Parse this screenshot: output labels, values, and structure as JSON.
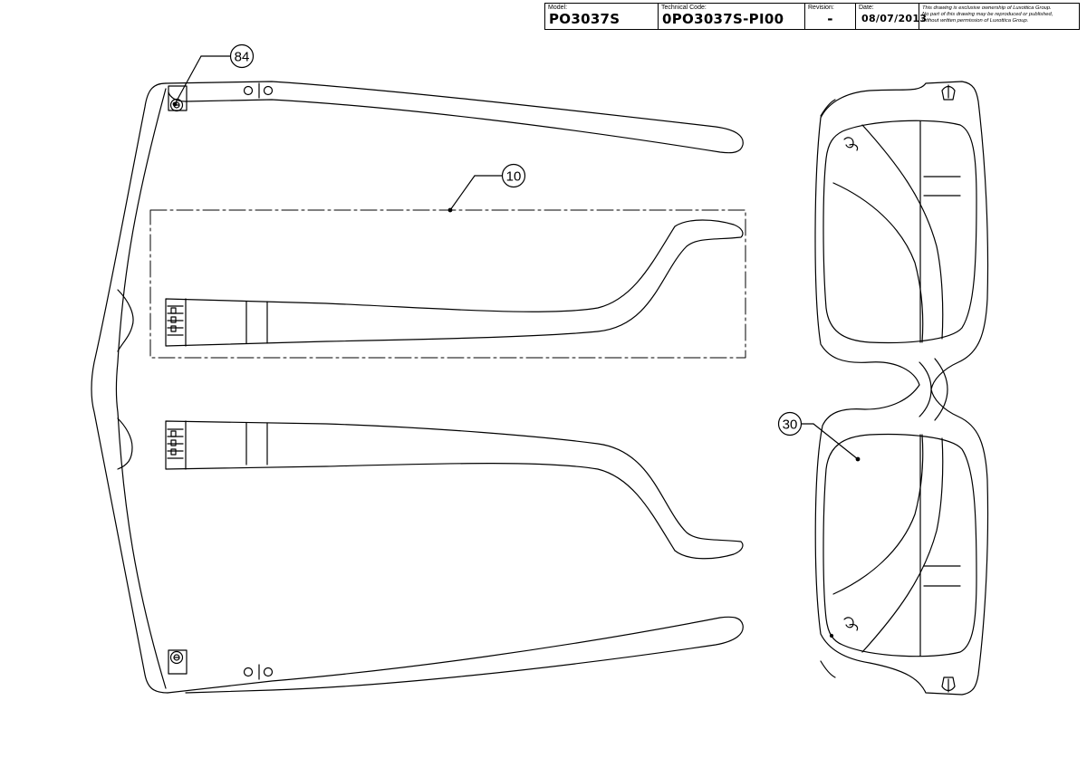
{
  "title_block": {
    "model_label": "Model:",
    "model_value": "PO3037S",
    "code_label": "Technical Code:",
    "code_value": "0PO3037S-PI00",
    "revision_label": "Revision:",
    "revision_value": "-",
    "date_label": "Date:",
    "date_value": "08/07/2013",
    "ownership_line1": "This drawing is exclusive ownership of Luxottica Group.",
    "ownership_line2": "No part of this drawing may be reproduced or published,",
    "ownership_line3": "without written permission of Luxottica Group."
  },
  "callouts": {
    "hinge_screw": "84",
    "temple": "10",
    "lens": "30"
  }
}
